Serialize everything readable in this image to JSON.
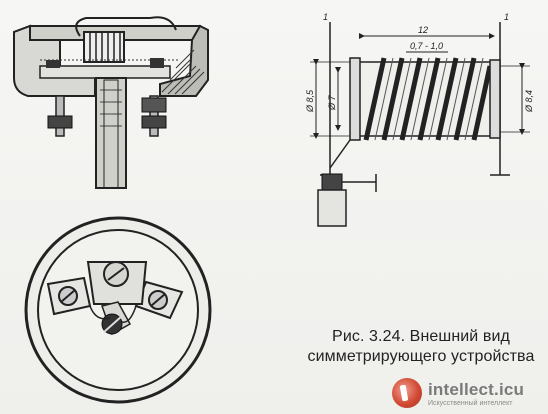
{
  "figure": {
    "caption_line1": "Рис. 3.24. Внешний вид",
    "caption_line2": "симметрирующего устройства"
  },
  "diagram_labels": {
    "ref_left": "1",
    "ref_right": "1",
    "length": "12",
    "pitch": "0,7 - 1,0",
    "dia_outer": "Ø 8,5",
    "dia_inner": "Ø 7",
    "dia_right": "Ø 8,4"
  },
  "watermark": {
    "site": "intellect.icu",
    "tagline": "Искусственный интеллект"
  }
}
